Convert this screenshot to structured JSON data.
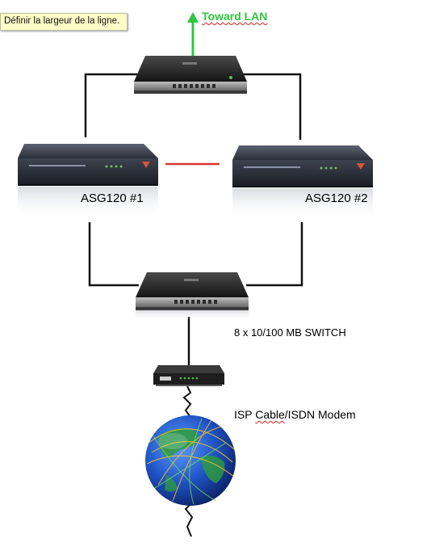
{
  "tooltip": {
    "text": "Définir la largeur de la ligne."
  },
  "lan": {
    "label": "Toward LAN",
    "arrow_color": "#2fc63f"
  },
  "devices": {
    "gateway1": {
      "label": "ASG120 #1"
    },
    "gateway2": {
      "label": "ASG120 #2"
    },
    "switch": {
      "label": "8 x 10/100 MB SWITCH"
    },
    "modem": {
      "label_prefix": "ISP ",
      "label_underlined": "Cable",
      "label_suffix": "/ISDN Modem"
    }
  },
  "colors": {
    "link_line": "#111111",
    "sync_line": "#d93434",
    "device_body": "#1c1c1c",
    "globe_ocean": "#1f55c6",
    "globe_land": "#2e9d3b"
  }
}
